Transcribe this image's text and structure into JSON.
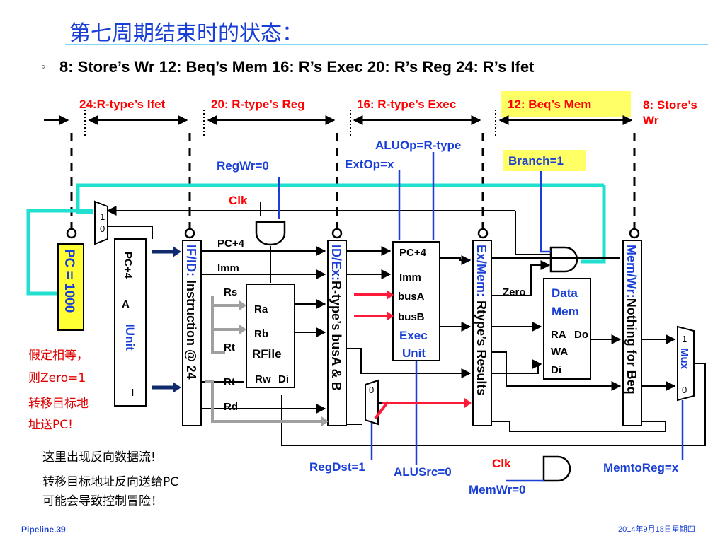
{
  "title": "第七周期结束时的状态：",
  "bullet": {
    "mark": "◦",
    "text": "8: Store’s Wr   12: Beq’s Mem   16: R’s Exec   20: R’s Reg   24: R’s Ifet"
  },
  "stages": [
    {
      "label": "24:R-type’s Ifet"
    },
    {
      "label": "20: R-type’s  Reg"
    },
    {
      "label": "16: R-type’s  Exec"
    },
    {
      "label": "12: Beq’s  Mem"
    },
    {
      "label": "8: Store’s\nWr"
    }
  ],
  "controls": {
    "aluop": "ALUOp=R-type",
    "branch": "Branch=1",
    "regwr": "RegWr=0",
    "extop": "ExtOp=x",
    "clk_top": "Clk",
    "regdst": "RegDst=1",
    "alusrc": "ALUSrc=0",
    "clk_bottom": "Clk",
    "memwr": "MemWr=0",
    "memtoreg": "MemtoReg=x"
  },
  "pc": {
    "label": "PC = 1000"
  },
  "iunit": {
    "pc4": "PC+4",
    "a": "A",
    "name": "IUnit",
    "i": "I"
  },
  "pipe_regs": {
    "ifid": {
      "prefix": "IF/ID:",
      "text": " Instruction @ 24"
    },
    "idex": {
      "prefix": "ID/Ex:",
      "text": "R-type’s busA & B"
    },
    "exmem": {
      "prefix": "Ex/Mem:",
      "text": " Rtype’s Results"
    },
    "memwr": {
      "prefix": "Mem/Wr:",
      "text": "Nothing for Beq"
    }
  },
  "signals": {
    "pc4": "PC+4",
    "imm": "Imm",
    "rs": "Rs",
    "rt1": "Rt",
    "rt2": "Rt",
    "rd": "Rd",
    "zero": "Zero"
  },
  "rfile": {
    "ra": "Ra",
    "rb": "Rb",
    "name": "RFile",
    "rw": "Rw",
    "di": "Di"
  },
  "exec": {
    "pc4": "PC+4",
    "imm": "Imm",
    "busa": "busA",
    "busb": "busB",
    "name1": "Exec",
    "name2": "Unit"
  },
  "datamem": {
    "name1": "Data",
    "name2": "Mem",
    "ra": "RA",
    "do": "Do",
    "wa": "WA",
    "di": "Di"
  },
  "muxes": {
    "pc_top": "1",
    "pc_bot": "0",
    "regdst": "0",
    "wb_top": "1",
    "wb_name": "Mux",
    "wb_bot": "0"
  },
  "notes": {
    "red": [
      "假定相等，",
      "则Zero=1",
      "转移目标地",
      "址送PC!"
    ],
    "black": [
      "这里出现反向数据流!",
      "转移目标地址反向送给PC",
      "可能会导致控制冒险！"
    ]
  },
  "footer": {
    "left": "Pipeline.39",
    "right": "2014年9月18日星期四"
  },
  "colors": {
    "title": "#1a3fd6",
    "control": "#1a3fd6",
    "stage": "#ff0000",
    "highlight": "#ffff66",
    "feedback": "#22e0d0",
    "arrow_red": "#ff1a3a",
    "arrow_gray": "#a0a0a0",
    "arrow_navy": "#102a6e"
  }
}
